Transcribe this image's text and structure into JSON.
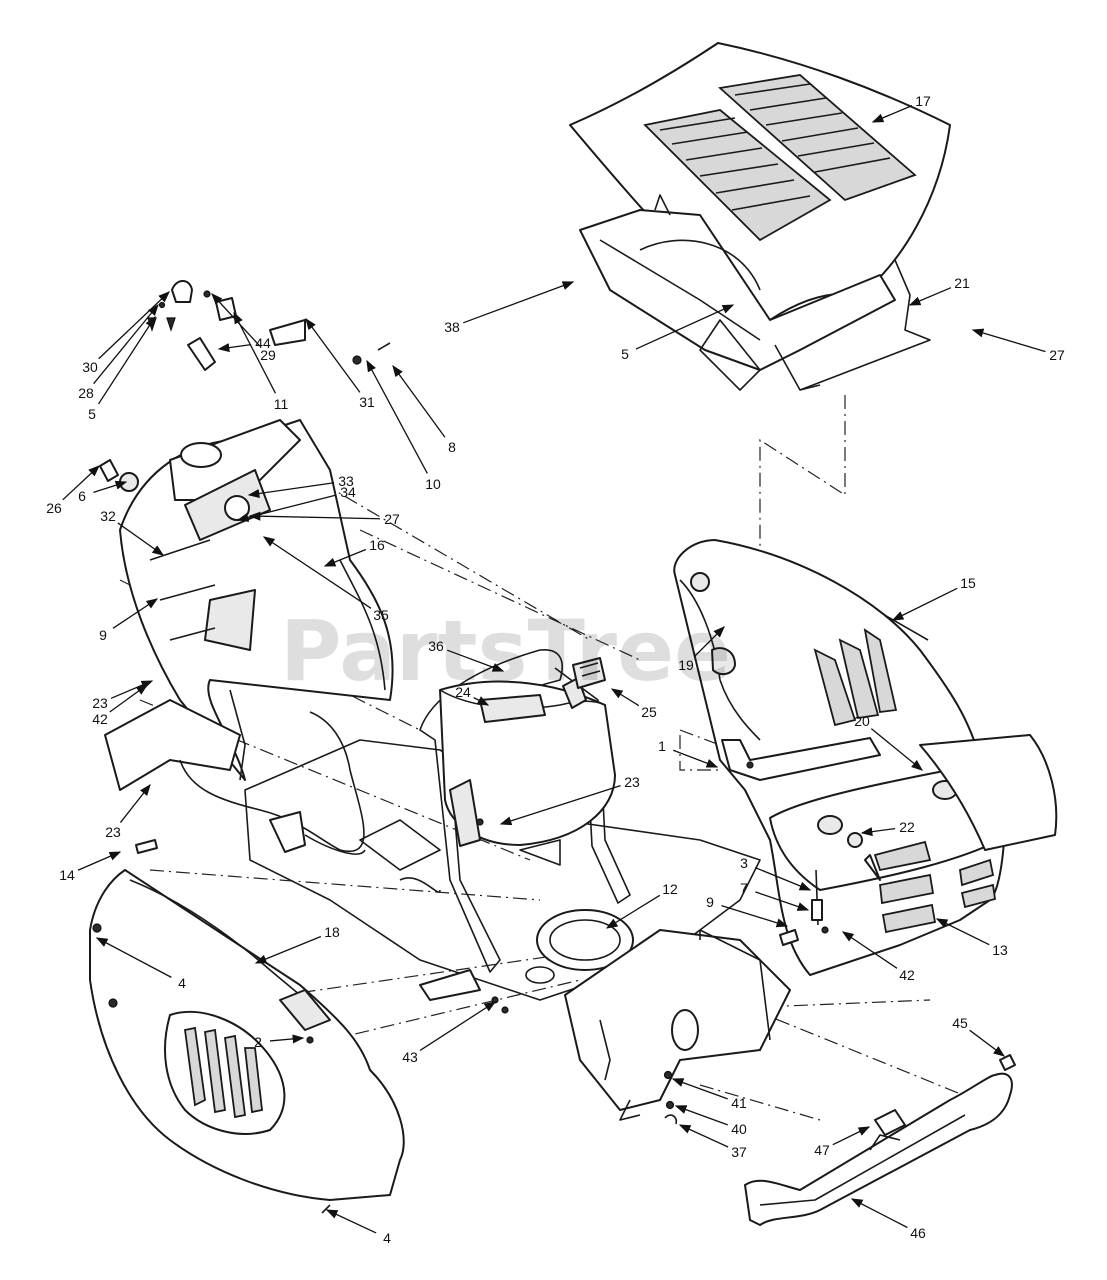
{
  "watermark": "PartsTree",
  "callouts": [
    {
      "label": "17"
    },
    {
      "label": "21"
    },
    {
      "label": "38"
    },
    {
      "label": "5"
    },
    {
      "label": "27"
    },
    {
      "label": "44"
    },
    {
      "label": "30"
    },
    {
      "label": "29"
    },
    {
      "label": "28"
    },
    {
      "label": "11"
    },
    {
      "label": "31"
    },
    {
      "label": "5"
    },
    {
      "label": "8"
    },
    {
      "label": "10"
    },
    {
      "label": "26"
    },
    {
      "label": "6"
    },
    {
      "label": "33"
    },
    {
      "label": "34"
    },
    {
      "label": "27"
    },
    {
      "label": "32"
    },
    {
      "label": "16"
    },
    {
      "label": "35"
    },
    {
      "label": "9"
    },
    {
      "label": "36"
    },
    {
      "label": "15"
    },
    {
      "label": "19"
    },
    {
      "label": "25"
    },
    {
      "label": "24"
    },
    {
      "label": "23"
    },
    {
      "label": "42"
    },
    {
      "label": "23"
    },
    {
      "label": "1"
    },
    {
      "label": "20"
    },
    {
      "label": "22"
    },
    {
      "label": "23"
    },
    {
      "label": "14"
    },
    {
      "label": "3"
    },
    {
      "label": "7"
    },
    {
      "label": "9"
    },
    {
      "label": "12"
    },
    {
      "label": "18"
    },
    {
      "label": "13"
    },
    {
      "label": "42"
    },
    {
      "label": "4"
    },
    {
      "label": "2"
    },
    {
      "label": "43"
    },
    {
      "label": "45"
    },
    {
      "label": "41"
    },
    {
      "label": "40"
    },
    {
      "label": "37"
    },
    {
      "label": "47"
    },
    {
      "label": "4"
    },
    {
      "label": "46"
    }
  ]
}
